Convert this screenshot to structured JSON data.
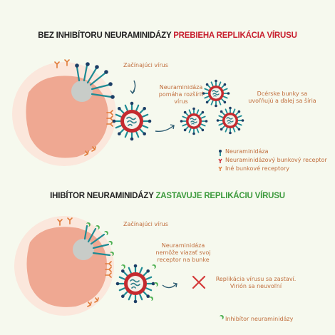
{
  "top_panel": {
    "title_prefix": "BEZ INHIBÍTORU NEURAMINIDÁZY ",
    "title_highlight": "PREBIEHA REPLIKÁCIA VÍRUSU",
    "label_entering": "Začínajúci vírus",
    "label_neuraminidase": [
      "Neuraminidáza",
      "pomáha rozšíriť",
      "vírus"
    ],
    "label_daughter": [
      "Dcérske bunky sa",
      "uvoľňujú a ďalej sa šíria"
    ],
    "legend": {
      "neuraminidase": "Neuraminidáza",
      "receptor": "Neuraminidázový bunkový receptor",
      "other": "Iné bunkové receptory"
    }
  },
  "bottom_panel": {
    "title_prefix": "IHIBÍTOR NEURAMINIDÁZY ",
    "title_highlight": "ZASTAVUJE REPLIKÁCIU VÍRUSU",
    "label_entering": "Začínajúci vírus",
    "label_blocked": [
      "Neuraminidáza",
      "nemôže viazať svoj",
      "receptor na bunke"
    ],
    "label_stop": [
      "Replikácia vírusu sa zastaví.",
      "Virión sa neuvoľní"
    ],
    "legend": {
      "inhibitor": "Inhibítor neuraminidázy"
    }
  },
  "colors": {
    "virus_red": "#c42a2f",
    "neuraminidase_teal": "#1e8b94",
    "spike_navy": "#1c3e66",
    "inhibitor_green": "#4caf50",
    "cross_red": "#d43a3a",
    "cell_outer": "#fbe7dc",
    "cell_inner": "#efa892"
  }
}
